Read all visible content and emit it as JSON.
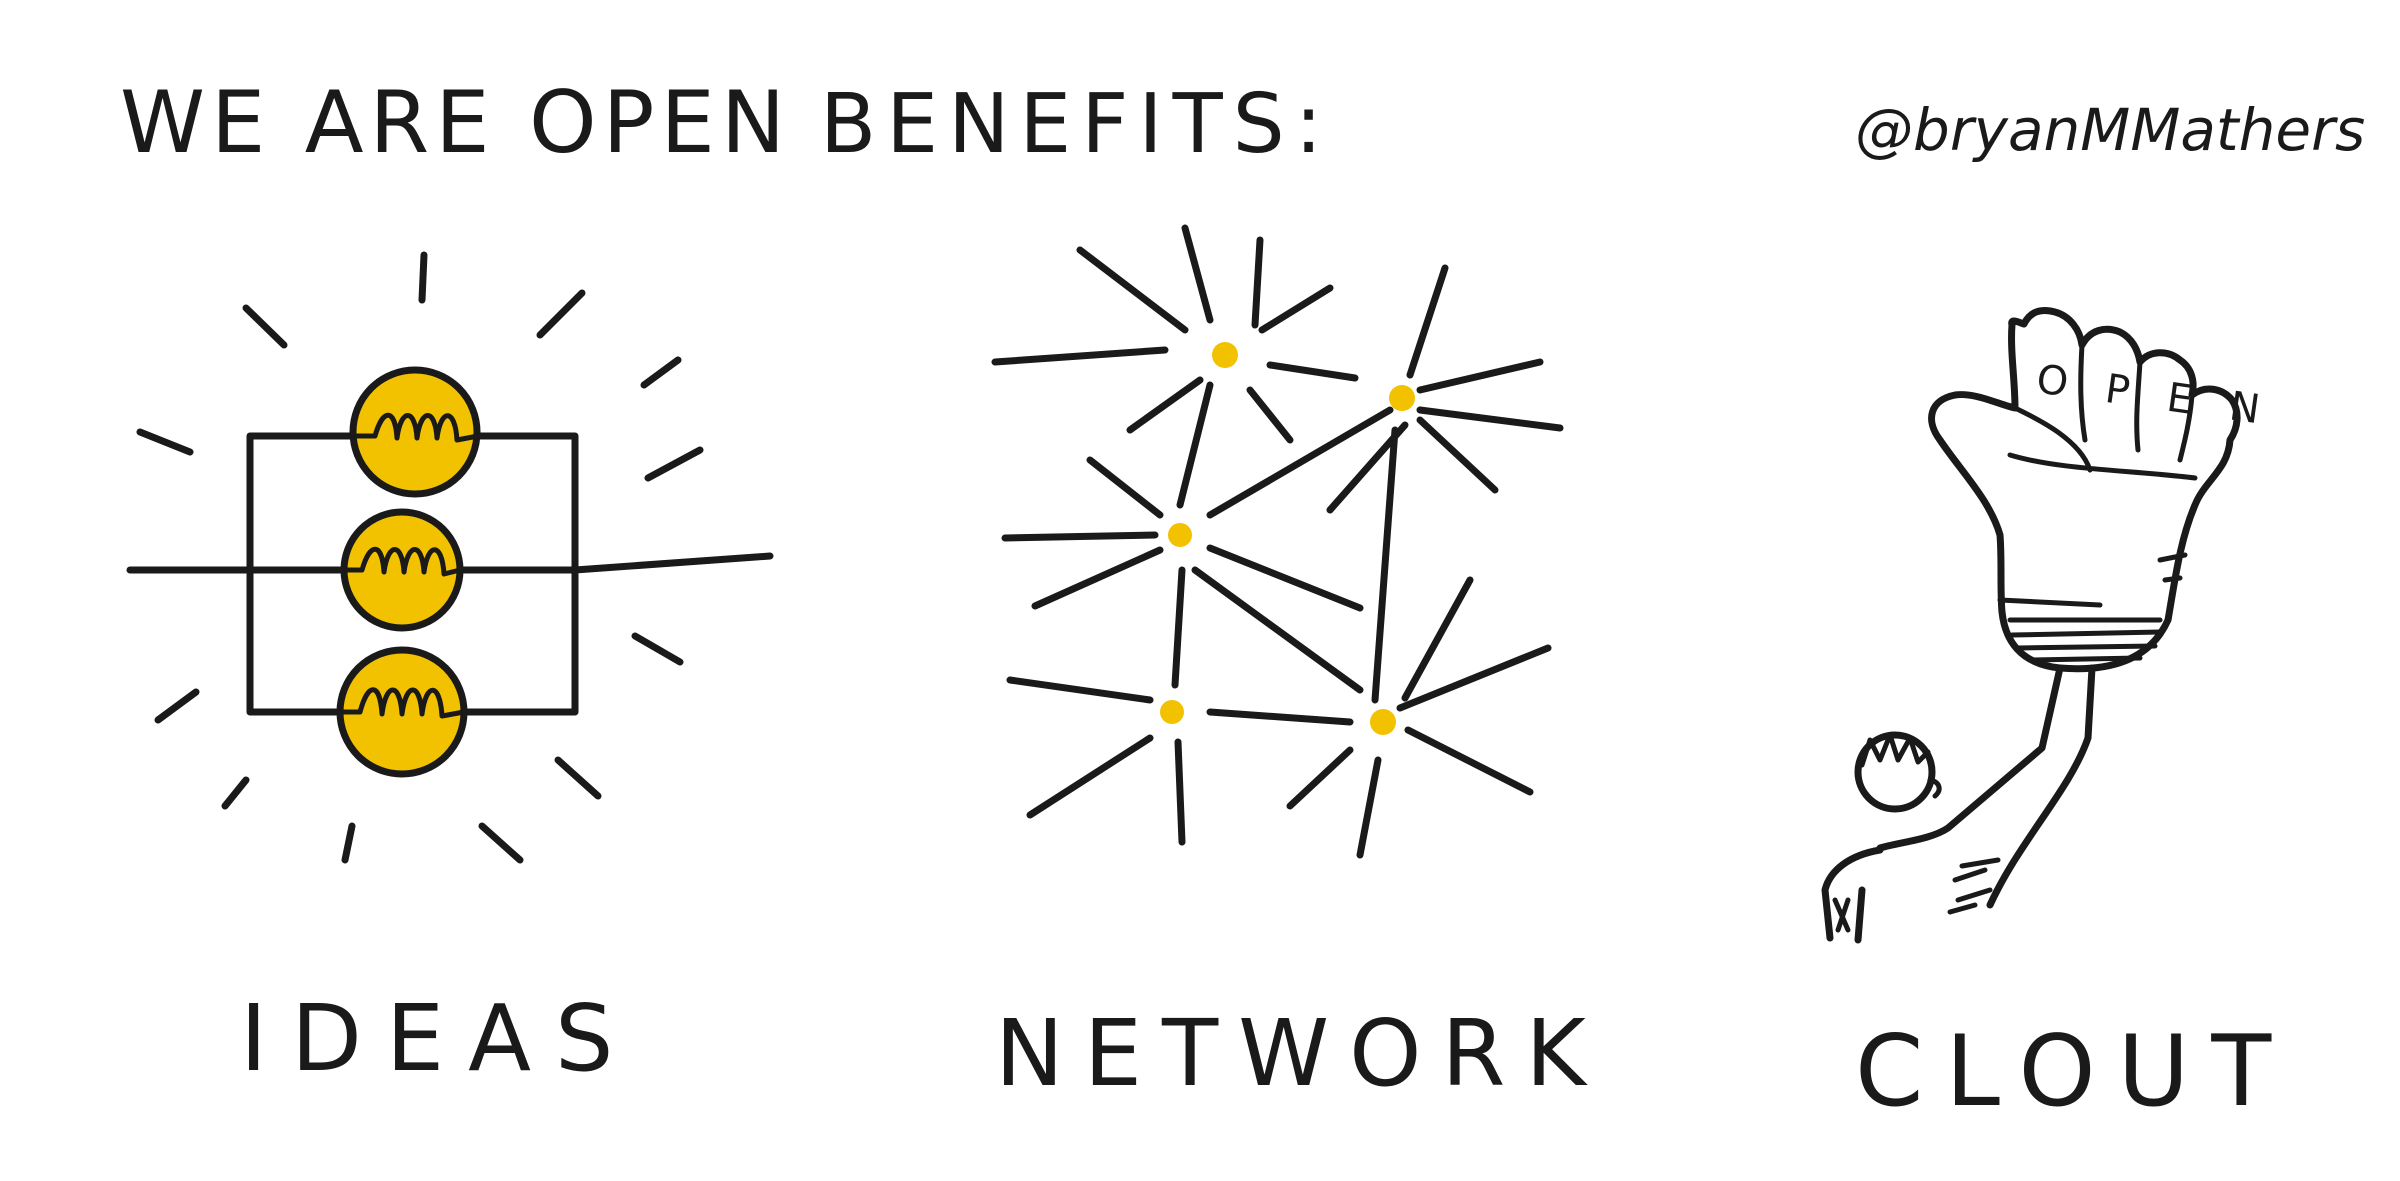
{
  "header": {
    "title": "WE ARE OPEN",
    "subtitle": "BENEFITS:",
    "signature": "@bryanMMathers"
  },
  "panels": [
    {
      "id": "ideas",
      "label": "IDEAS"
    },
    {
      "id": "network",
      "label": "NETWORK"
    },
    {
      "id": "clout",
      "label": "CLOUT"
    }
  ],
  "fist_text": "OPEN",
  "colors": {
    "accent": "#f2c100",
    "ink": "#1a1a1a",
    "background": "#ffffff"
  }
}
